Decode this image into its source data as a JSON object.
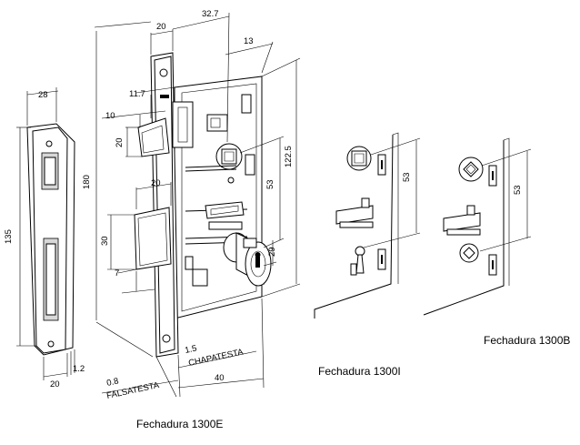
{
  "captions": {
    "e": "Fechadura 1300E",
    "i": "Fechadura 1300I",
    "b": "Fechadura 1300B"
  },
  "labels": {
    "falsatesta": "FALSATESTA",
    "chapatesta": "CHAPATESTA"
  },
  "dims": {
    "plate_width": "28",
    "plate_height": "135",
    "plate_thickness": "1.2",
    "plate_bottom_width": "20",
    "face_width": "20",
    "backset": "32.7",
    "tab": "13",
    "body_height": "180",
    "case_height": "122.5",
    "spacing_53": "53",
    "spacing_29": "29",
    "latch_width": "11.7",
    "latch_depth": "10",
    "latch_height": "20",
    "bolt_throw": "20",
    "bolt_height": "30",
    "bolt_offset": "7",
    "falsatesta_thickness": "0.8",
    "chapatesta_thickness": "1.5",
    "depth_40": "40",
    "i_spacing": "53",
    "b_spacing": "53"
  }
}
